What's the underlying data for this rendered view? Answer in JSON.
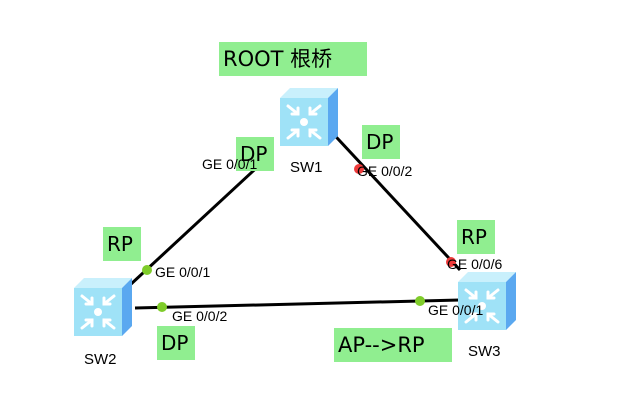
{
  "title_tag": "ROOT  根桥",
  "devices": [
    {
      "id": "sw1",
      "label": "SW1"
    },
    {
      "id": "sw2",
      "label": "SW2"
    },
    {
      "id": "sw3",
      "label": "SW3"
    }
  ],
  "ports": {
    "sw1_ge001": "GE 0/0/1",
    "sw1_ge002": "GE 0/0/2",
    "sw2_ge001": "GE 0/0/1",
    "sw2_ge002": "GE 0/0/2",
    "sw3_ge006": "GE 0/0/6",
    "sw3_ge001": "GE 0/0/1"
  },
  "roles": {
    "sw1_ge001": "DP",
    "sw1_ge002": "DP",
    "sw2_ge001": "RP",
    "sw2_ge002": "DP",
    "sw3_ge006": "RP",
    "sw3_ge001": "AP-->RP"
  },
  "colors": {
    "tag_bg": "#90ee90",
    "link": "#000000",
    "port_up": "#7fcc2a",
    "port_down": "#ee3b3b",
    "switch_face": "#9fe2f7",
    "switch_side": "#5aa8f0"
  }
}
